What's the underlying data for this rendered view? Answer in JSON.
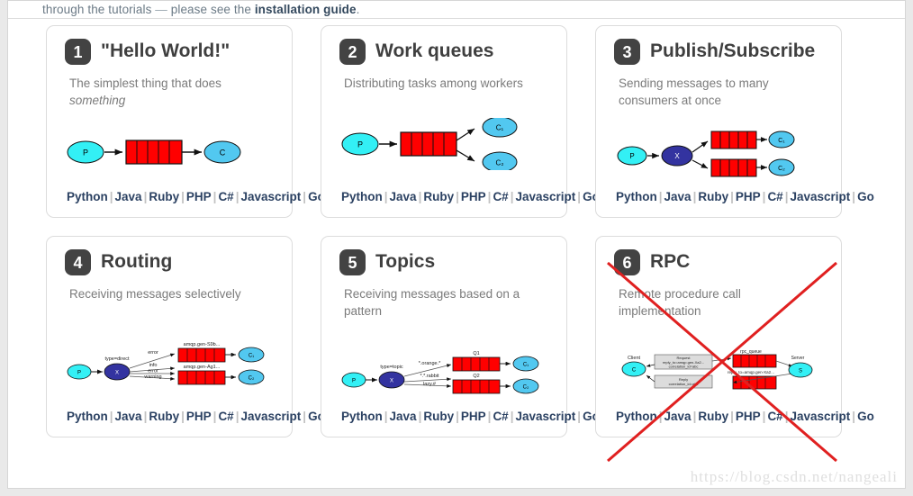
{
  "page": {
    "header_cut_text_pre": "through the tutorials ",
    "header_cut_dash": "—",
    "header_cut_text_mid": " please see the ",
    "header_cut_link": "installation guide",
    "header_cut_text_post": ".",
    "watermark": "https://blog.csdn.net/nangeali",
    "accent_red": "#ff0000",
    "strike_color": "#e02020",
    "badge_bg": "#434343",
    "link_color": "#2b4162",
    "producer_color": "#33f0f5",
    "consumer_color": "#52c8f0",
    "exchange_color": "#3333a0",
    "queue_color": "#ff0000"
  },
  "cards": [
    {
      "number": "1",
      "title": "\"Hello World!\"",
      "desc_main": "The simplest thing that does",
      "desc_italic": "something",
      "diagram": {
        "type": "simple-queue",
        "producer": "P",
        "consumers": [
          "C"
        ],
        "exchange": null,
        "labels": []
      },
      "languages": [
        "Python",
        "Java",
        "Ruby",
        "PHP",
        "C#",
        "Javascript",
        "Go"
      ]
    },
    {
      "number": "2",
      "title": "Work queues",
      "desc_main": "Distributing tasks among workers",
      "desc_italic": "",
      "diagram": {
        "type": "work-queue",
        "producer": "P",
        "consumers": [
          "C₁",
          "C₂"
        ],
        "exchange": null,
        "labels": []
      },
      "languages": [
        "Python",
        "Java",
        "Ruby",
        "PHP",
        "C#",
        "Javascript",
        "Go"
      ]
    },
    {
      "number": "3",
      "title": "Publish/Subscribe",
      "desc_main": "Sending messages to many consumers at once",
      "desc_italic": "",
      "diagram": {
        "type": "pubsub",
        "producer": "P",
        "exchange": "X",
        "consumers": [
          "C₁",
          "C₂"
        ],
        "labels": []
      },
      "languages": [
        "Python",
        "Java",
        "Ruby",
        "PHP",
        "C#",
        "Javascript",
        "Go"
      ]
    },
    {
      "number": "4",
      "title": "Routing",
      "desc_main": "Receiving messages selectively",
      "desc_italic": "",
      "diagram": {
        "type": "routing",
        "producer": "P",
        "exchange": "X",
        "consumers": [
          "C₁",
          "C₂"
        ],
        "exchange_type": "type=direct",
        "bindings": [
          "error",
          "info",
          "error",
          "warning"
        ],
        "queues": [
          "amqp.gen-S9b...",
          "amqp.gen-Ag1..."
        ]
      },
      "languages": [
        "Python",
        "Java",
        "Ruby",
        "PHP",
        "C#",
        "Javascript",
        "Go"
      ]
    },
    {
      "number": "5",
      "title": "Topics",
      "desc_main": "Receiving messages based on a pattern",
      "desc_italic": "",
      "diagram": {
        "type": "topics",
        "producer": "P",
        "exchange": "X",
        "consumers": [
          "C₁",
          "C₂"
        ],
        "exchange_type": "type=topic",
        "bindings": [
          "*.orange.*",
          "*.*.rabbit",
          "lazy.#"
        ],
        "queues": [
          "Q1",
          "Q2"
        ]
      },
      "languages": [
        "Python",
        "Java",
        "Ruby",
        "PHP",
        "C#",
        "Javascript",
        "Go"
      ]
    },
    {
      "number": "6",
      "title": "RPC",
      "desc_main": "Remote procedure call implementation",
      "desc_italic": "",
      "struck_out": true,
      "diagram": {
        "type": "rpc",
        "client": "Client",
        "server": "Server",
        "client_node": "C",
        "server_node": "S",
        "request_box": "Request\nreply_to=amqp.gen-Xa2...\ncorrelation_id=abc",
        "reply_box": "Reply\ncorrelation_id=abc",
        "queues": [
          "rpc_queue",
          "reply_to=amqp.gen-Xa2..."
        ]
      },
      "languages": [
        "Python",
        "Java",
        "Ruby",
        "PHP",
        "C#",
        "Javascript",
        "Go"
      ]
    }
  ]
}
